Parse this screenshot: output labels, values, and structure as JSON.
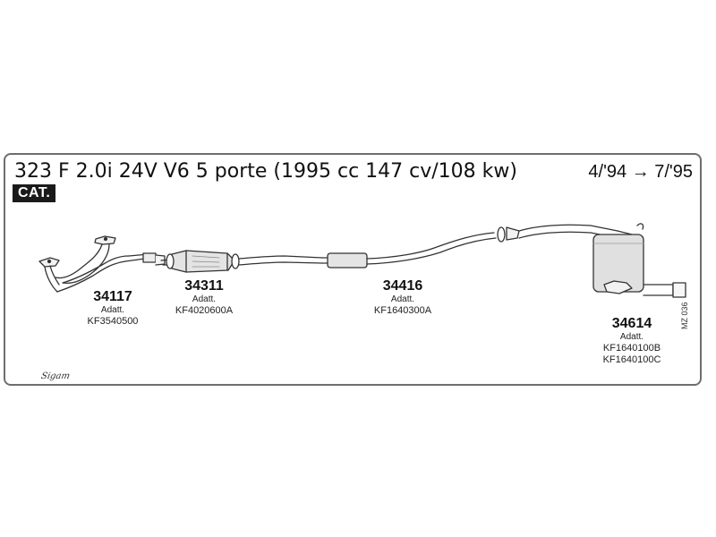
{
  "header": {
    "title": "323 F 2.0i 24V V6 5 porte (1995 cc 147 cv/108 kw)",
    "date_range": "4/'94 → 7/'95",
    "cat_badge": "CAT."
  },
  "parts": [
    {
      "number": "34117",
      "adapter_label": "Adatt.",
      "codes": [
        "KF3540500"
      ]
    },
    {
      "number": "34311",
      "adapter_label": "Adatt.",
      "codes": [
        "KF4020600A"
      ]
    },
    {
      "number": "34416",
      "adapter_label": "Adatt.",
      "codes": [
        "KF1640300A"
      ]
    },
    {
      "number": "34614",
      "adapter_label": "Adatt.",
      "codes": [
        "KF1640100B",
        "KF1640100C"
      ]
    }
  ],
  "footer": {
    "brand_logo": "Sigam",
    "diagram_code": "MZ 036"
  },
  "colors": {
    "border": "#6e6e6e",
    "badge_bg": "#1a1a1a",
    "line": "#333333"
  },
  "icons": [
    "exhaust-manifold-icon",
    "catalytic-converter-icon",
    "middle-silencer-icon",
    "rear-silencer-icon"
  ]
}
